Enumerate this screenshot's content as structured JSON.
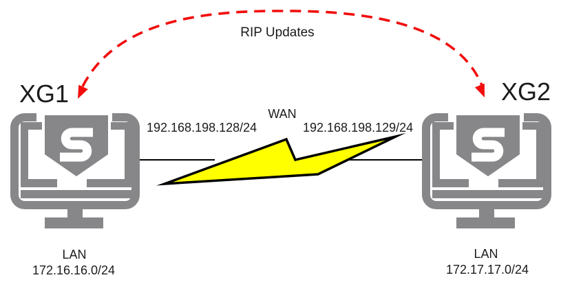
{
  "diagram": {
    "rip_arrow_label": "RIP Updates",
    "wan": {
      "label": "WAN",
      "left_ip": "192.168.198.128/24",
      "right_ip": "192.168.198.129/24"
    },
    "devices": [
      {
        "name": "XG1",
        "lan_label": "LAN",
        "lan_network": "172.16.16.0/24"
      },
      {
        "name": "XG2",
        "lan_label": "LAN",
        "lan_network": "172.17.17.0/24"
      }
    ],
    "icons": {
      "device": "sophos-firewall-monitor-icon",
      "logo_letter": "S",
      "wan_link": "lightning-bolt-icon",
      "rip_flow": "red-dashed-double-arrow-icon"
    },
    "colors": {
      "device_gray": "#87878A",
      "bolt_fill": "#FFFF00",
      "bolt_outline": "#000000",
      "arrow_red": "#F20D0D",
      "line": "#000000",
      "text": "#1B1B1B",
      "background": "#FFFFFF"
    }
  }
}
